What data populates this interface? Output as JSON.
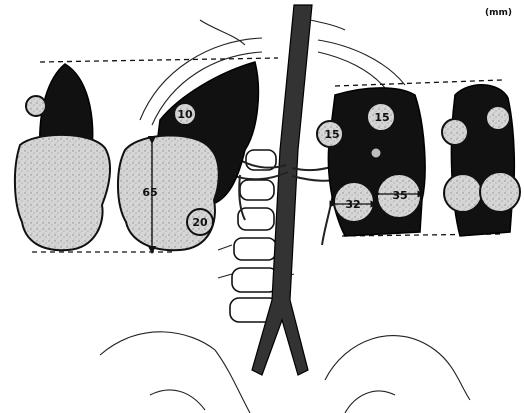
{
  "figure": {
    "unit_label": "(mm)",
    "measurements": {
      "right_gland_small_nodule": "10",
      "right_gland_large_tumor": "65",
      "right_gland_lower_nodule": "20",
      "left_gland_upper_left_nodule": "15",
      "left_gland_upper_right_nodule": "15",
      "left_gland_lower_left_tumor": "32",
      "left_gland_lower_right_tumor": "35"
    },
    "colors": {
      "gland": "#111111",
      "tumor_fill": "#d8d8d8",
      "aorta": "#333333"
    }
  }
}
